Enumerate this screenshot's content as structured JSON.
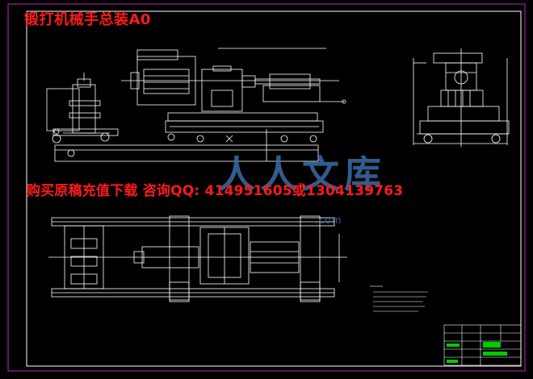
{
  "drawing": {
    "title": "锻打机械手总装A0",
    "ad_text": "购买原稿充值下载 咨询QQ: 414951605或1304139763",
    "watermark_main": "人人文库",
    "watermark_sub": ".com"
  },
  "colors": {
    "background": "#000000",
    "frame": "#a020a0",
    "linework": "#ffffff",
    "accent_text": "#ff1a1a",
    "watermark": "#3a6da8",
    "title_block_green": "#00cc00"
  }
}
